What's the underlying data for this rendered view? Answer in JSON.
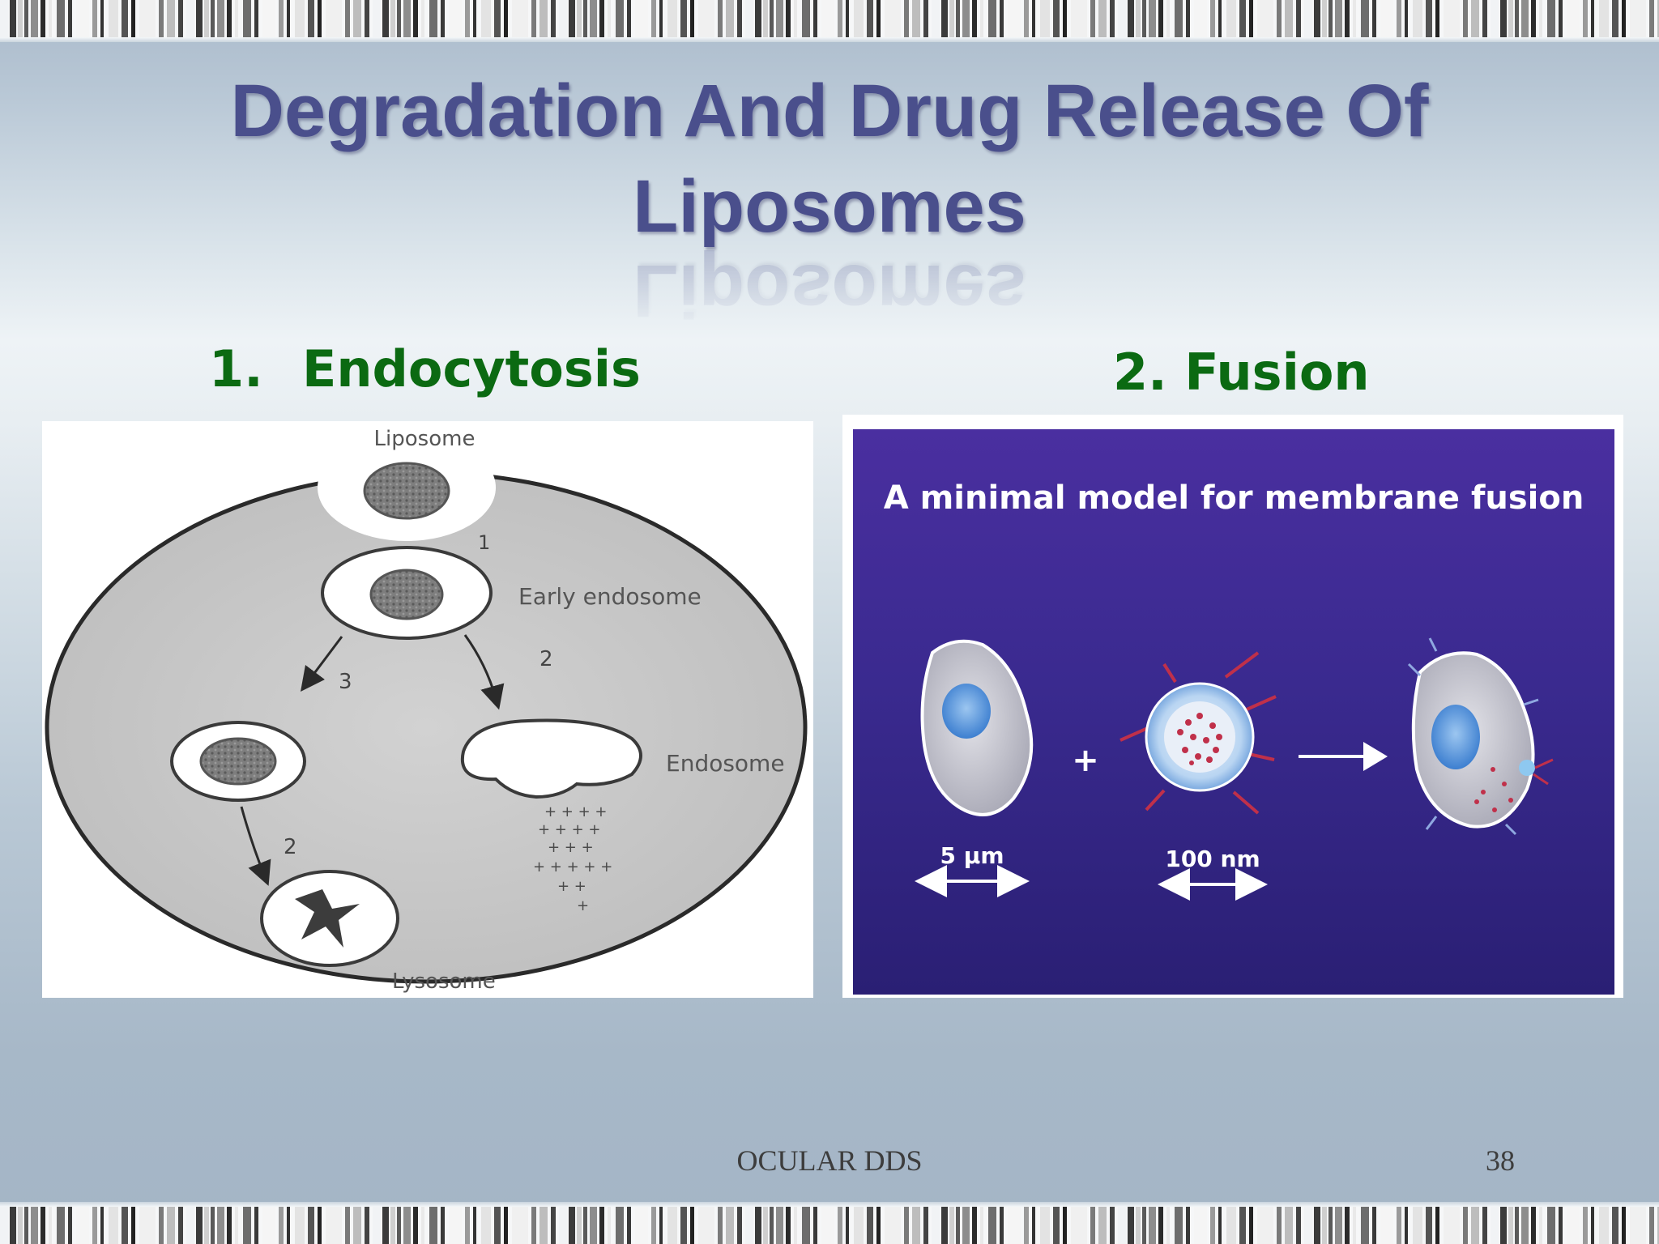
{
  "slide": {
    "title_line1": "Degradation And Drug Release Of",
    "title_line2": "Liposomes",
    "section1": {
      "number": "1.",
      "label": "Endocytosis"
    },
    "section2": {
      "label": "2. Fusion"
    },
    "footer": "OCULAR DDS",
    "page_number": "38"
  },
  "endocytosis_figure": {
    "labels": {
      "liposome": "Liposome",
      "early_endosome": "Early endosome",
      "endosome": "Endosome",
      "lysosome": "Lysosome"
    },
    "steps": {
      "step1": "1",
      "step2a": "2",
      "step2b": "2",
      "step3": "3"
    }
  },
  "fusion_figure": {
    "title": "A minimal model for membrane fusion",
    "plus": "+",
    "cell_scale": "5 µm",
    "liposome_scale": "100 nm"
  },
  "colors": {
    "heading_green": "#0b6a12",
    "title_blue": "#4a4f8c",
    "fusion_bg": "#3a2a8f"
  }
}
